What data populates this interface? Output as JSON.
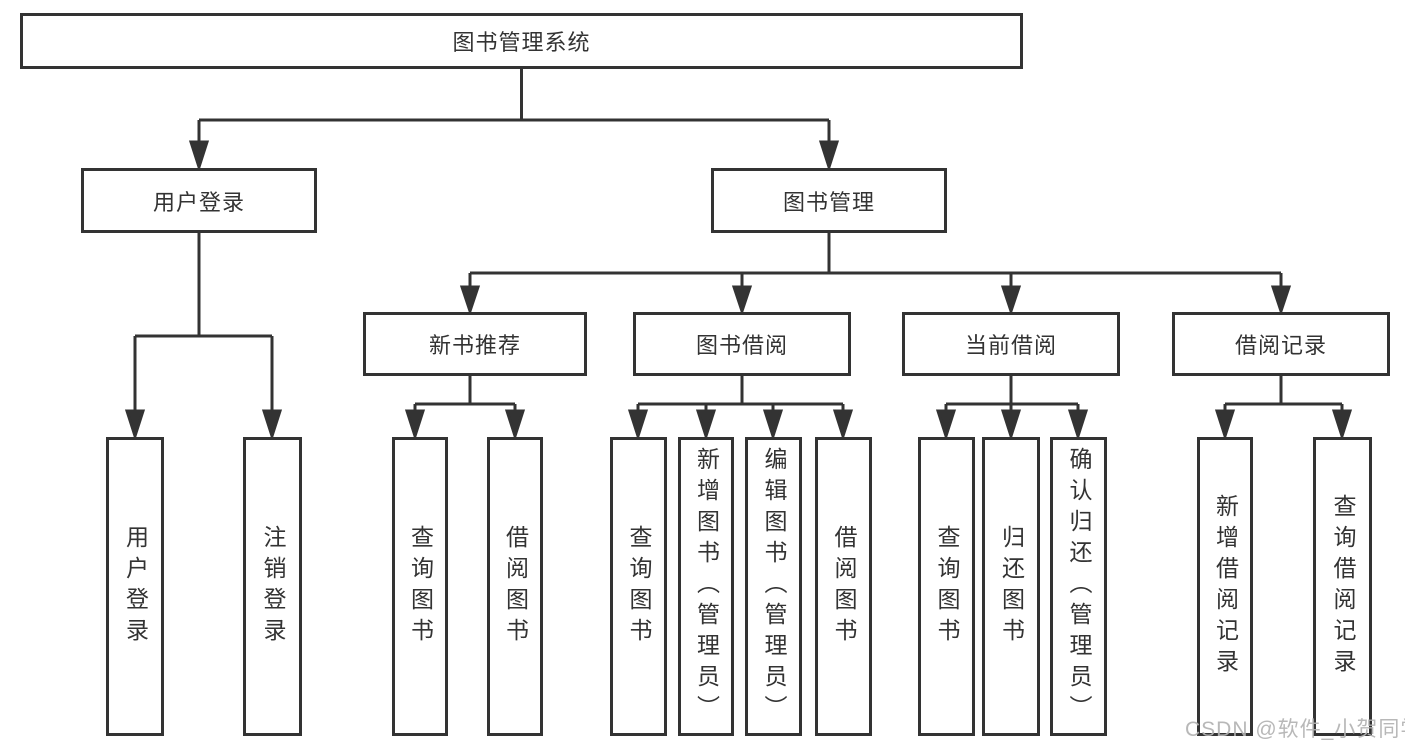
{
  "colors": {
    "line": "#333333",
    "text": "#333333",
    "box_background": "#ffffff",
    "watermark": "#b2b2b2"
  },
  "watermark": {
    "text": "CSDN @软件_小贺同学"
  },
  "tree": {
    "root": {
      "label": "图书管理系统"
    },
    "level2": [
      {
        "label": "用户登录",
        "children": [
          {
            "label": "用户登录"
          },
          {
            "label": "注销登录"
          }
        ]
      },
      {
        "label": "图书管理",
        "children": [
          {
            "label": "新书推荐",
            "children": [
              {
                "label": "查询图书"
              },
              {
                "label": "借阅图书"
              }
            ]
          },
          {
            "label": "图书借阅",
            "children": [
              {
                "label": "查询图书"
              },
              {
                "label": "新增图书（管理员）"
              },
              {
                "label": "编辑图书（管理员）"
              },
              {
                "label": "借阅图书"
              }
            ]
          },
          {
            "label": "当前借阅",
            "children": [
              {
                "label": "查询图书"
              },
              {
                "label": "归还图书"
              },
              {
                "label": "确认归还（管理员）"
              }
            ]
          },
          {
            "label": "借阅记录",
            "children": [
              {
                "label": "新增借阅记录"
              },
              {
                "label": "查询借阅记录"
              }
            ]
          }
        ]
      }
    ]
  }
}
